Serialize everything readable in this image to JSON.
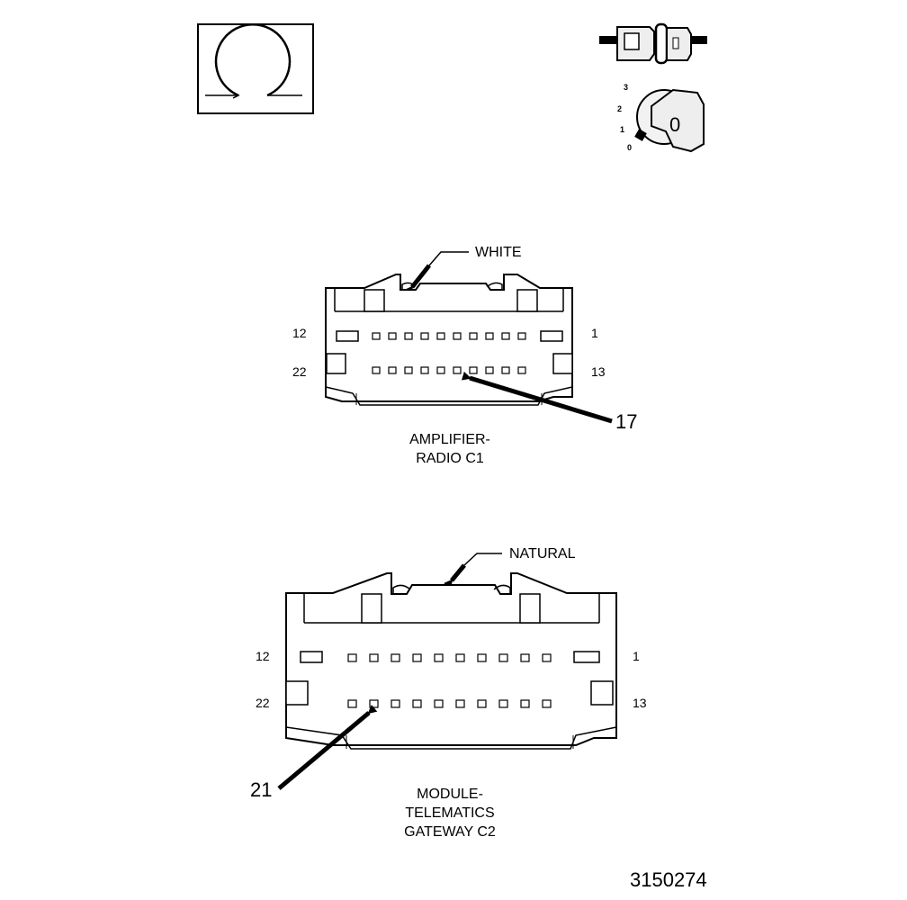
{
  "symbols": {
    "ohmmeter": "ohm-symbol",
    "switch_dial_labels": [
      "3",
      "2",
      "1",
      "0"
    ],
    "switch_dial_face": "0"
  },
  "connector_c1": {
    "color_label": "WHITE",
    "pin_top_left": "12",
    "pin_top_right": "1",
    "pin_bottom_left": "22",
    "pin_bottom_right": "13",
    "callout_pin": "17",
    "name_line1": "AMPLIFIER-",
    "name_line2": "RADIO C1"
  },
  "connector_c2": {
    "color_label": "NATURAL",
    "pin_top_left": "12",
    "pin_top_right": "1",
    "pin_bottom_left": "22",
    "pin_bottom_right": "13",
    "callout_pin": "21",
    "name_line1": "MODULE-",
    "name_line2": "TELEMATICS",
    "name_line3": "GATEWAY C2"
  },
  "figure_number": "3150274"
}
